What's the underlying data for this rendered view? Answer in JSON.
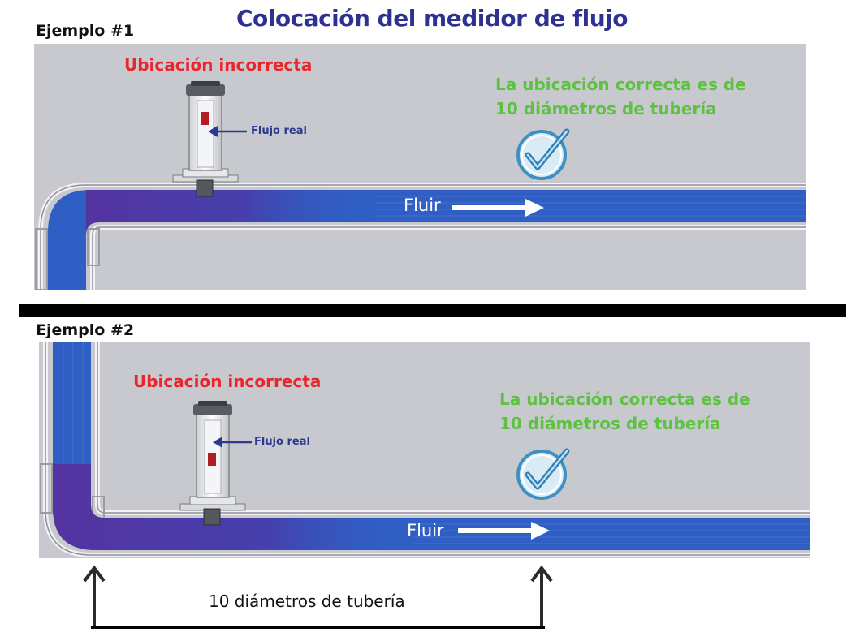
{
  "title": "Colocación del medidor de flujo",
  "example1": {
    "label": "Ejemplo #1",
    "incorrect": "Ubicación incorrecta",
    "correct_line1": "La ubicación correcta es de",
    "correct_line2": "10 diámetros de tubería",
    "real_flow": "Flujo real",
    "flow": "Fluir"
  },
  "example2": {
    "label": "Ejemplo #2",
    "incorrect": "Ubicación incorrecta",
    "correct_line1": "La ubicación correcta es de",
    "correct_line2": "10 diámetros de tubería",
    "real_flow": "Flujo real",
    "flow": "Fluir"
  },
  "measurement": {
    "label": "10 diámetros de tubería"
  },
  "icons": [
    "check-icon",
    "arrow-right-icon",
    "arrow-left-icon",
    "arrow-up-icon",
    "flow-meter-icon"
  ],
  "colors": {
    "title": "#2e3192",
    "incorrect": "#e8262b",
    "correct": "#5cc240",
    "water": "#2f5fc4",
    "turbulence": "#5a2c9a",
    "panel": "#c8c9cf"
  }
}
